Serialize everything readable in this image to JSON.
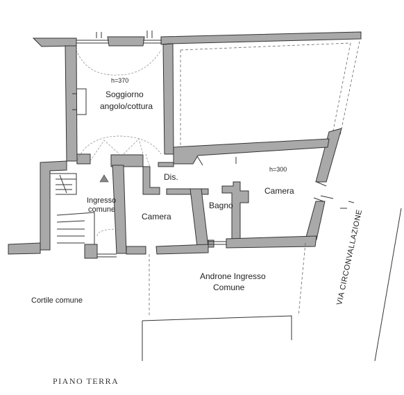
{
  "plan": {
    "title": "PIANO TERRA",
    "rooms": {
      "soggiorno_line1": "Soggiorno",
      "soggiorno_line2": "angolo/cottura",
      "soggiorno_height": "h=370",
      "dis": "Dis.",
      "ingresso_line1": "Ingresso",
      "ingresso_line2": "comune",
      "camera_left": "Camera",
      "bagno": "Bagno",
      "camera_right": "Camera",
      "camera_right_height": "h=300",
      "androne_line1": "Androne Ingresso",
      "androne_line2": "Comune",
      "cortile": "Cortile comune"
    },
    "street": "VIA CIRCONVALLAZIONE"
  }
}
